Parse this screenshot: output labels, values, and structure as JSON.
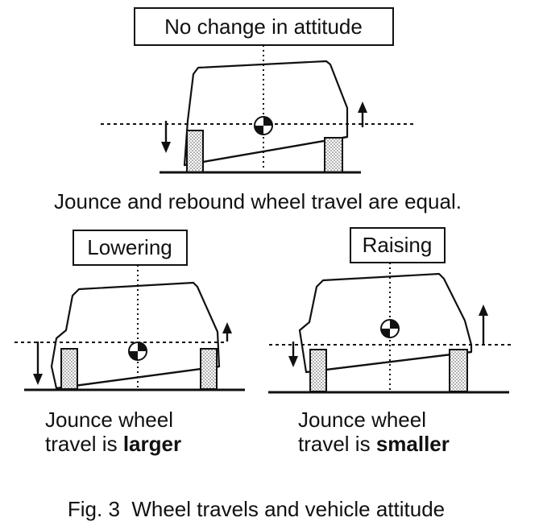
{
  "top_panel": {
    "label": "No change in attitude",
    "caption": "Jounce and rebound wheel travel are equal."
  },
  "left_panel": {
    "label": "Lowering",
    "caption_line1": "Jounce wheel",
    "caption_line2_prefix": "travel is ",
    "caption_line2_bold": "larger"
  },
  "right_panel": {
    "label": "Raising",
    "caption_line1": "Jounce wheel",
    "caption_line2_prefix": "travel is ",
    "caption_line2_bold": "smaller"
  },
  "figure_caption": "Fig. 3  Wheel travels and vehicle attitude"
}
